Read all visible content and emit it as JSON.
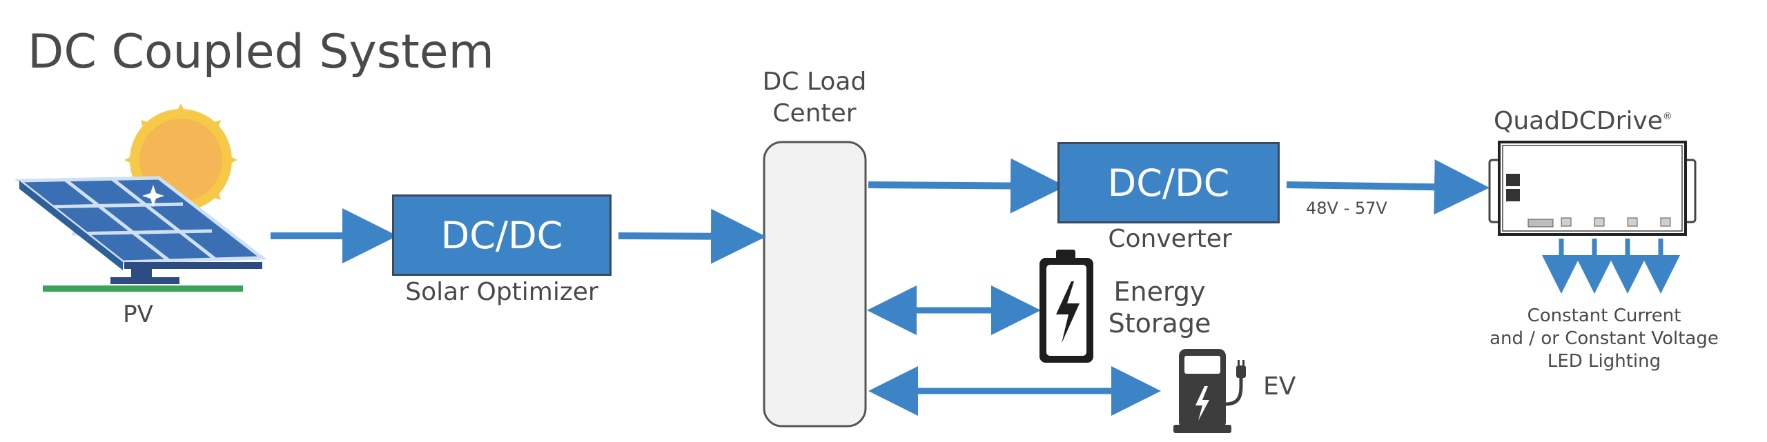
{
  "title": "DC Coupled System",
  "pv": {
    "label": "PV"
  },
  "optimizer": {
    "box_text": "DC/DC",
    "label": "Solar Optimizer"
  },
  "load_center": {
    "label_line1": "DC Load",
    "label_line2": "Center"
  },
  "converter": {
    "box_text": "DC/DC",
    "label": "Converter",
    "voltage": "48V - 57V"
  },
  "storage": {
    "label_line1": "Energy",
    "label_line2": "Storage"
  },
  "ev": {
    "label": "EV"
  },
  "driver": {
    "name": "QuadDCDrive",
    "trademark": "®"
  },
  "lighting": {
    "line1": "Constant Current",
    "line2": "and / or Constant Voltage",
    "line3": "LED Lighting"
  },
  "colors": {
    "accent_blue": "#3d84c6",
    "arrow_blue": "#3d84c6",
    "text_gray": "#4a4a4a",
    "dark": "#2a2a2a",
    "sun_yellow": "#f5c842",
    "ground_green": "#3aa35a"
  }
}
